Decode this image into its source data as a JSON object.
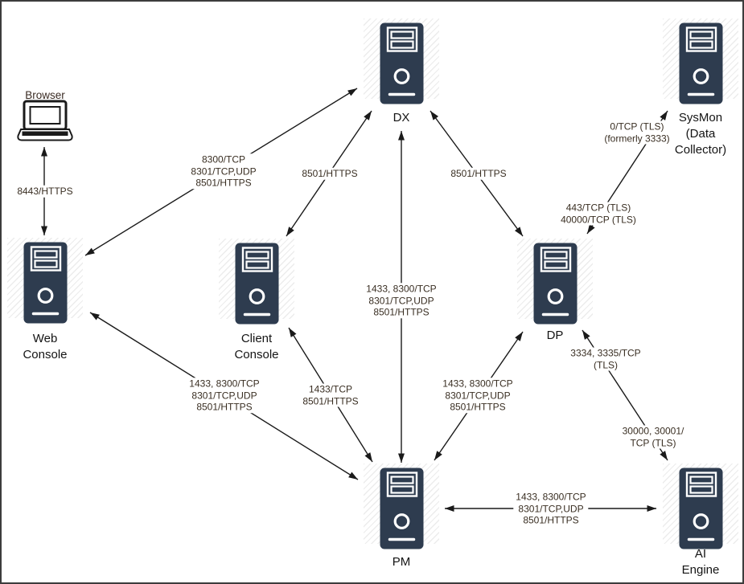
{
  "nodes": {
    "browser": {
      "label": "Browser"
    },
    "web_console": {
      "label": "Web\nConsole"
    },
    "dx": {
      "label": "DX"
    },
    "sysmon": {
      "label": "SysMon\n(Data\nCollector)"
    },
    "client_console": {
      "label": "Client\nConsole"
    },
    "dp": {
      "label": "DP"
    },
    "pm": {
      "label": "PM"
    },
    "ai_engine": {
      "label": "AI Engine"
    }
  },
  "edge_labels": {
    "browser_web_console": "8443/HTTPS",
    "web_console_dx": "8300/TCP\n8301/TCP,UDP\n8501/HTTPS",
    "client_console_dx": "8501/HTTPS",
    "dx_dp": "8501/HTTPS",
    "pm_dx": "1433, 8300/TCP\n8301/TCP,UDP\n8501/HTTPS",
    "dp_sysmon_upper": "0/TCP (TLS)\n(formerly 3333)",
    "dp_sysmon_lower": "443/TCP (TLS)\n40000/TCP (TLS)",
    "web_console_pm": "1433, 8300/TCP\n8301/TCP,UDP\n8501/HTTPS",
    "client_console_pm": "1433/TCP\n8501/HTTPS",
    "pm_dp": "1433, 8300/TCP\n8301/TCP,UDP\n8501/HTTPS",
    "dp_ai_engine_upper": "3334, 3335/TCP\n(TLS)",
    "dp_ai_engine_lower": "30000, 30001/\nTCP (TLS)",
    "pm_ai_engine": "1433, 8300/TCP\n8301/TCP,UDP\n8501/HTTPS"
  },
  "colors": {
    "server_fill": "#2e3c4f",
    "line": "#1a1a1a",
    "port_text": "#392e22",
    "node_text": "#141414",
    "hatch_stripe": "#ececec",
    "background": "#ffffff"
  }
}
